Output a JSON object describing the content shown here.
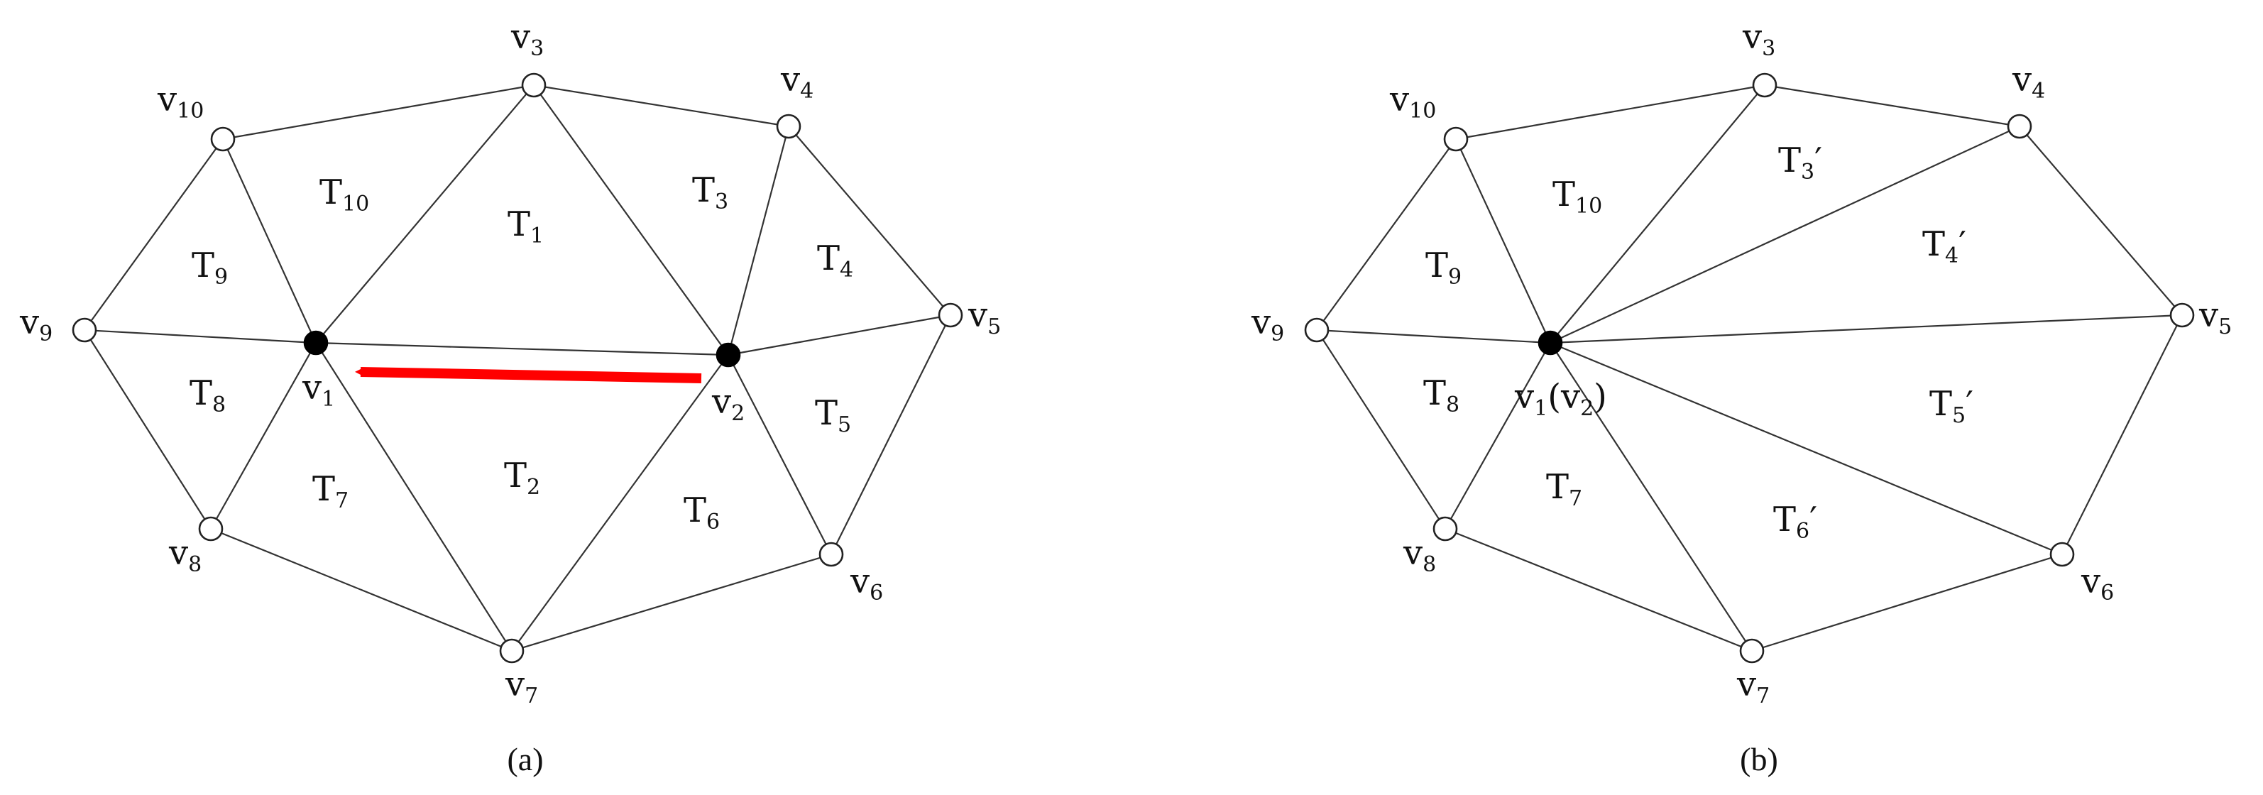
{
  "colors": {
    "arrow": "#ff0000",
    "edge": "#333333",
    "vertex_fill": "#ffffff",
    "merged_vertex_fill": "#000000"
  },
  "panel_a": {
    "caption": "(a)",
    "vertices": {
      "v1": {
        "main": "v",
        "sub": "1"
      },
      "v2": {
        "main": "v",
        "sub": "2"
      },
      "v3": {
        "main": "v",
        "sub": "3"
      },
      "v4": {
        "main": "v",
        "sub": "4"
      },
      "v5": {
        "main": "v",
        "sub": "5"
      },
      "v6": {
        "main": "v",
        "sub": "6"
      },
      "v7": {
        "main": "v",
        "sub": "7"
      },
      "v8": {
        "main": "v",
        "sub": "8"
      },
      "v9": {
        "main": "v",
        "sub": "9"
      },
      "v10": {
        "main": "v",
        "sub": "10"
      }
    },
    "triangles": {
      "T1": {
        "main": "T",
        "sub": "1"
      },
      "T2": {
        "main": "T",
        "sub": "2"
      },
      "T3": {
        "main": "T",
        "sub": "3"
      },
      "T4": {
        "main": "T",
        "sub": "4"
      },
      "T5": {
        "main": "T",
        "sub": "5"
      },
      "T6": {
        "main": "T",
        "sub": "6"
      },
      "T7": {
        "main": "T",
        "sub": "7"
      },
      "T8": {
        "main": "T",
        "sub": "8"
      },
      "T9": {
        "main": "T",
        "sub": "9"
      },
      "T10": {
        "main": "T",
        "sub": "10"
      }
    }
  },
  "panel_b": {
    "caption": "(b)",
    "vertices": {
      "v1v2": {
        "main": "v",
        "sub": "1",
        "paren_open": "(v",
        "sub2": "2",
        "paren_close": ")"
      },
      "v3": {
        "main": "v",
        "sub": "3"
      },
      "v4": {
        "main": "v",
        "sub": "4"
      },
      "v5": {
        "main": "v",
        "sub": "5"
      },
      "v6": {
        "main": "v",
        "sub": "6"
      },
      "v7": {
        "main": "v",
        "sub": "7"
      },
      "v8": {
        "main": "v",
        "sub": "8"
      },
      "v9": {
        "main": "v",
        "sub": "9"
      },
      "v10": {
        "main": "v",
        "sub": "10"
      }
    },
    "triangles": {
      "T3p": {
        "main": "T",
        "sub": "3",
        "prime": "′"
      },
      "T4p": {
        "main": "T",
        "sub": "4",
        "prime": "′"
      },
      "T5p": {
        "main": "T",
        "sub": "5",
        "prime": "′"
      },
      "T6p": {
        "main": "T",
        "sub": "6",
        "prime": "′"
      },
      "T7": {
        "main": "T",
        "sub": "7"
      },
      "T8": {
        "main": "T",
        "sub": "8"
      },
      "T9": {
        "main": "T",
        "sub": "9"
      },
      "T10": {
        "main": "T",
        "sub": "10"
      }
    }
  }
}
